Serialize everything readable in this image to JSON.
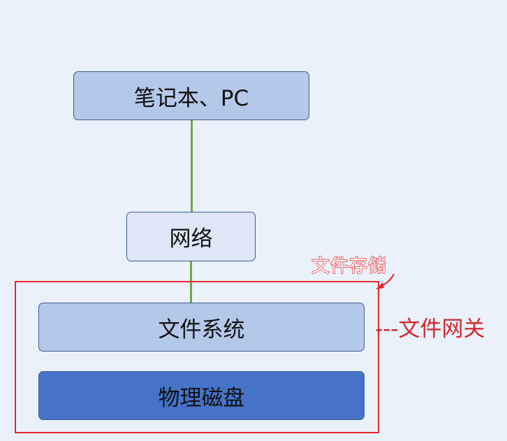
{
  "nodes": {
    "laptop": "笔记本、PC",
    "network": "网络",
    "filesystem": "文件系统",
    "disk": "物理磁盘"
  },
  "annotations": {
    "storage": "文件存储",
    "gateway": "---文件网关"
  },
  "colors": {
    "background": "#eaf1fb",
    "node_light": "#b4c8ea",
    "node_pale": "#dde7f7",
    "node_dark": "#4473c8",
    "connector": "#6ea843",
    "highlight": "#e8262a"
  }
}
